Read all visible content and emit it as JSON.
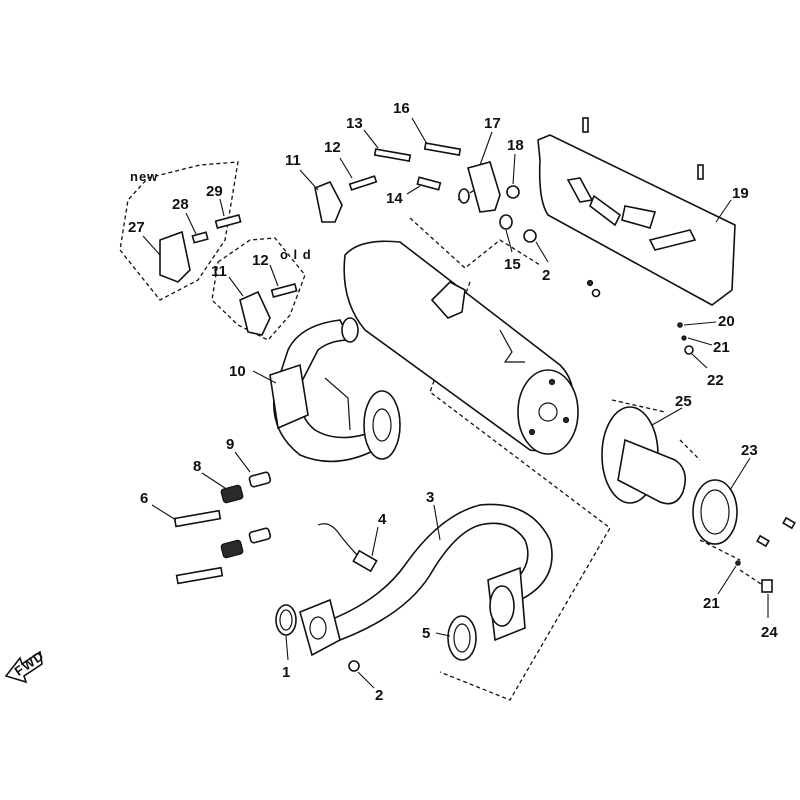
{
  "diagram": {
    "notes": {
      "new": "new",
      "old": "o l d"
    },
    "fwd_label": "FWD",
    "callouts": {
      "c1": "1",
      "c2a": "2",
      "c2b": "2",
      "c3": "3",
      "c4": "4",
      "c5": "5",
      "c6": "6",
      "c8": "8",
      "c9": "9",
      "c10": "10",
      "c11a": "11",
      "c11b": "11",
      "c12a": "12",
      "c12b": "12",
      "c13": "13",
      "c14": "14",
      "c15": "15",
      "c16": "16",
      "c17": "17",
      "c18": "18",
      "c19": "19",
      "c20": "20",
      "c21a": "21",
      "c21b": "21",
      "c22": "22",
      "c23": "23",
      "c24": "24",
      "c25": "25",
      "c27": "27",
      "c28": "28",
      "c29": "29"
    }
  }
}
